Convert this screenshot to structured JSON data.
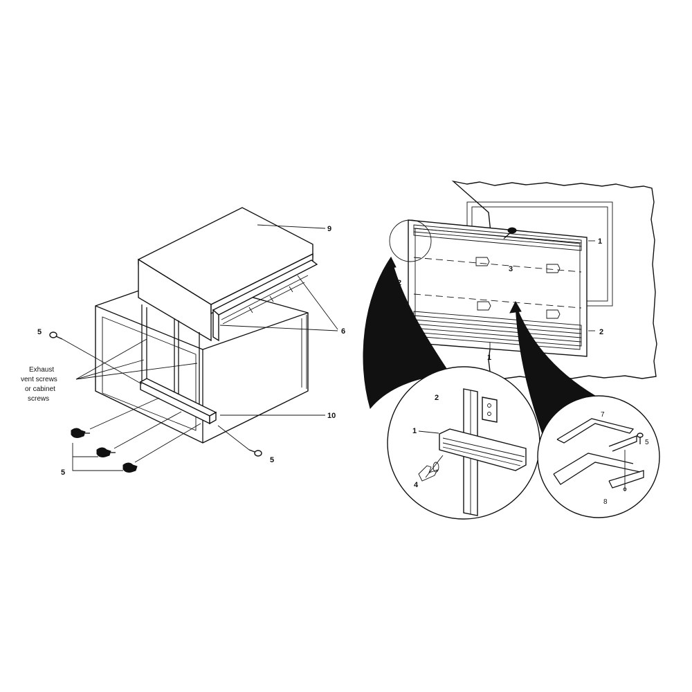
{
  "labels": {
    "left_9": "9",
    "left_6": "6",
    "left_10": "10",
    "left_5_top": "5",
    "left_5_right": "5",
    "left_5_bottom": "5",
    "exhaust_note": [
      "Exhaust",
      "vent screws",
      "or cabinet",
      "screws"
    ],
    "right_1_top": "1",
    "right_1_bottom": "1",
    "right_2_left": "2",
    "right_2_right": "2",
    "right_3": "3",
    "detail1_2": "2",
    "detail1_1": "1",
    "detail1_4": "4",
    "detail2_7": "7",
    "detail2_5": "5",
    "detail2_8": "8"
  },
  "colors": {
    "ink": "#111111",
    "paper": "#ffffff"
  }
}
